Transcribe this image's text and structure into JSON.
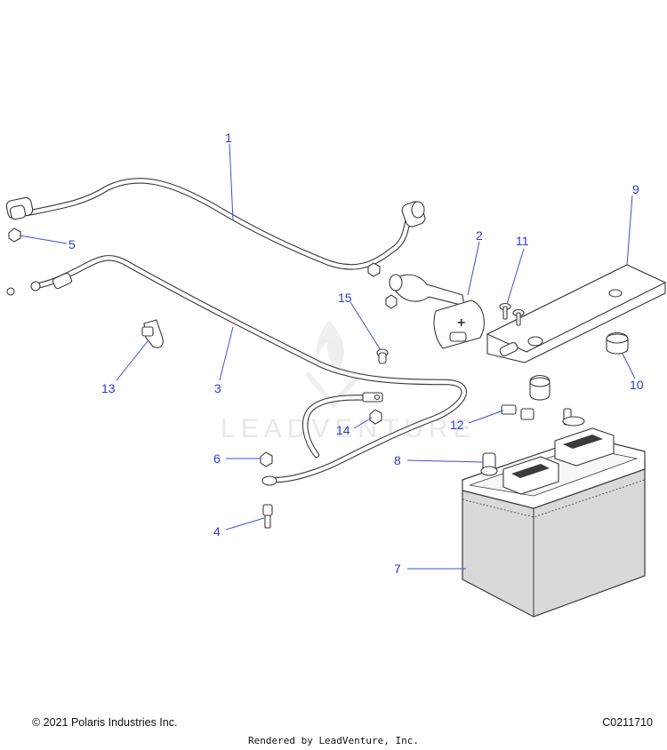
{
  "watermark": "LEADVENTURE",
  "callouts": [
    {
      "id": "c1",
      "label": "1"
    },
    {
      "id": "c2",
      "label": "2"
    },
    {
      "id": "c3",
      "label": "3"
    },
    {
      "id": "c4",
      "label": "4"
    },
    {
      "id": "c5",
      "label": "5"
    },
    {
      "id": "c6",
      "label": "6"
    },
    {
      "id": "c7",
      "label": "7"
    },
    {
      "id": "c8",
      "label": "8"
    },
    {
      "id": "c9",
      "label": "9"
    },
    {
      "id": "c10",
      "label": "10"
    },
    {
      "id": "c11",
      "label": "11"
    },
    {
      "id": "c12",
      "label": "12"
    },
    {
      "id": "c13",
      "label": "13"
    },
    {
      "id": "c14",
      "label": "14"
    },
    {
      "id": "c15",
      "label": "15"
    }
  ],
  "battery_terminal_symbol": "+",
  "footer": {
    "copyright": "© 2021 Polaris Industries Inc.",
    "diagram_code": "C0211710",
    "rendered_by": "Rendered by LeadVenture, Inc."
  },
  "colors": {
    "callout": "#2a3bd1",
    "line": "#3a3a3a",
    "battery_body": "#d9d9d9"
  }
}
